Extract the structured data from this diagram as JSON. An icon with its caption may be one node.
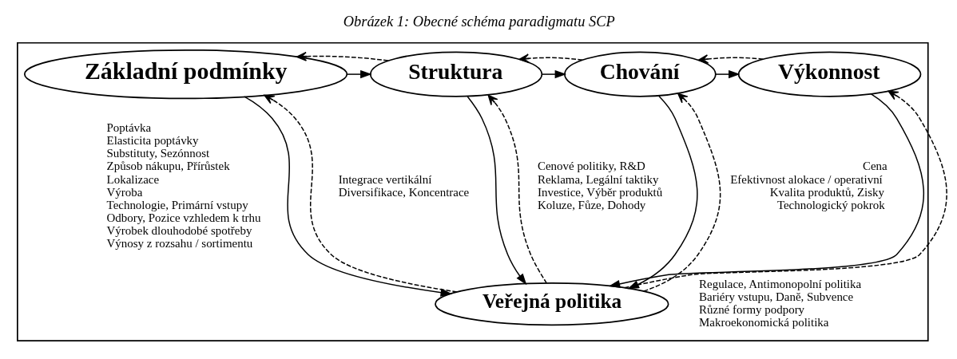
{
  "diagram": {
    "title": "Obrázek 1: Obecné schéma paradigmatu SCP",
    "nodes": [
      {
        "text": [],
        "shape": "box"
      },
      {
        "text": [
          "Základní podmínky"
        ],
        "in": 0,
        "beside": [
          "Poptávka",
          "Elasticita poptávky",
          "Substituty, Sezónnost",
          "Způsob nákupu, Přírůstek",
          "Lokalizace",
          "Výroba",
          "Technologie, Primární vstupy",
          "Odbory, Pozice vzhledem k trhu",
          "Výrobek dlouhodobé spotřeby",
          "Výnosy z rozsahu / sortimentu"
        ]
      },
      {
        "text": [
          "Struktura"
        ],
        "in": 0,
        "beside": [
          "Integrace vertikální",
          "Diversifikace, Koncentrace"
        ]
      },
      {
        "text": [
          "Chování"
        ],
        "in": 0,
        "beside": [
          "Cenové politiky, R&D",
          "Reklama, Legální taktiky",
          "Investice, Výběr produktů",
          "Koluze, Fůze, Dohody"
        ]
      },
      {
        "text": [
          "Výkonnost"
        ],
        "in": 0,
        "beside": [
          "Cena",
          "Efektivnost alokace / operativní",
          "Kvalita produktů, Zisky",
          "Technologický pokrok"
        ]
      },
      {
        "text": [
          "Veřejná politika"
        ],
        "in": 0,
        "beside": [
          "Regulace, Antimonopolní politika",
          "Bariéry vstupu, Daně, Subvence",
          "Různé formy podpory",
          "Makroekonomická politika"
        ]
      }
    ],
    "edges": [
      {
        "from": 1,
        "to": 2,
        "arrow": "to"
      },
      {
        "from": 2,
        "to": 3,
        "arrow": "to"
      },
      {
        "from": 3,
        "to": 4,
        "arrow": "to"
      },
      {
        "from": 2,
        "to": 1,
        "arrow": "to",
        "style": "dashed"
      },
      {
        "from": 3,
        "to": 2,
        "arrow": "to",
        "style": "dashed"
      },
      {
        "from": 4,
        "to": 3,
        "arrow": "to",
        "style": "dashed"
      },
      {
        "from": 1,
        "to": 5,
        "arrow": "to"
      },
      {
        "from": 5,
        "to": 1,
        "arrow": "to",
        "style": "dashed"
      },
      {
        "from": 2,
        "to": 5,
        "arrow": "to"
      },
      {
        "from": 5,
        "to": 2,
        "arrow": "to",
        "style": "dashed"
      },
      {
        "from": 3,
        "to": 5,
        "arrow": "to"
      },
      {
        "from": 5,
        "to": 3,
        "arrow": "to",
        "style": "dashed"
      },
      {
        "from": 5,
        "to": 4,
        "arrow": "to",
        "style": "dashed"
      },
      {
        "from": 4,
        "to": 5,
        "arrow": "to"
      }
    ]
  }
}
